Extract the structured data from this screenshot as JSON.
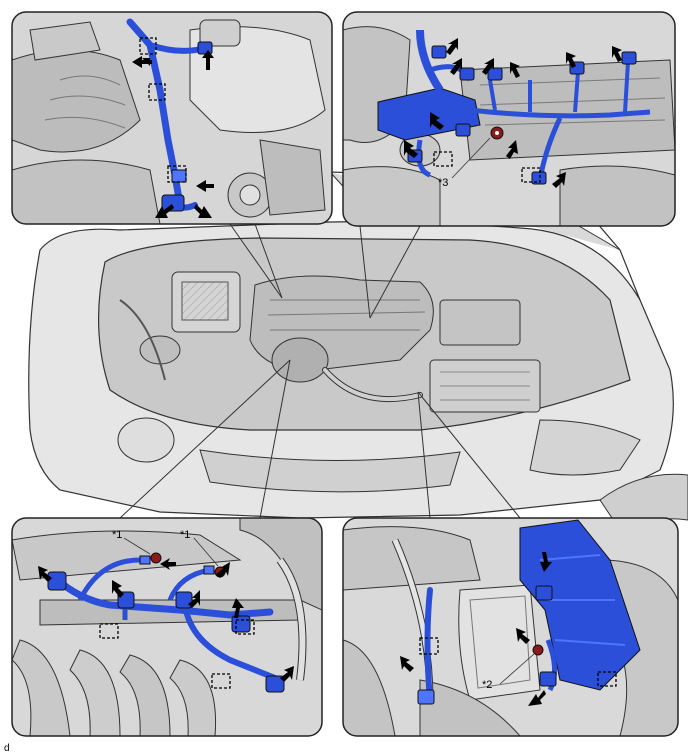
{
  "figure": {
    "figure_id": "d",
    "colors": {
      "harness": "#2b4fd8",
      "harness_light": "#4f74ff",
      "metal": "#cfcfcf",
      "metal_dark": "#9a9a9a",
      "outline": "#333333",
      "panel_border": "#222222",
      "arrow": "#000000",
      "bolt": "#8b1a1a"
    }
  },
  "panels": [
    {
      "name": "top-left",
      "callouts": []
    },
    {
      "name": "top-right",
      "callouts": [
        {
          "text": "*3"
        }
      ]
    },
    {
      "name": "bottom-left",
      "callouts": [
        {
          "text": "*1"
        },
        {
          "text": "*1"
        }
      ]
    },
    {
      "name": "bottom-right",
      "callouts": [
        {
          "text": "*2"
        }
      ]
    }
  ]
}
